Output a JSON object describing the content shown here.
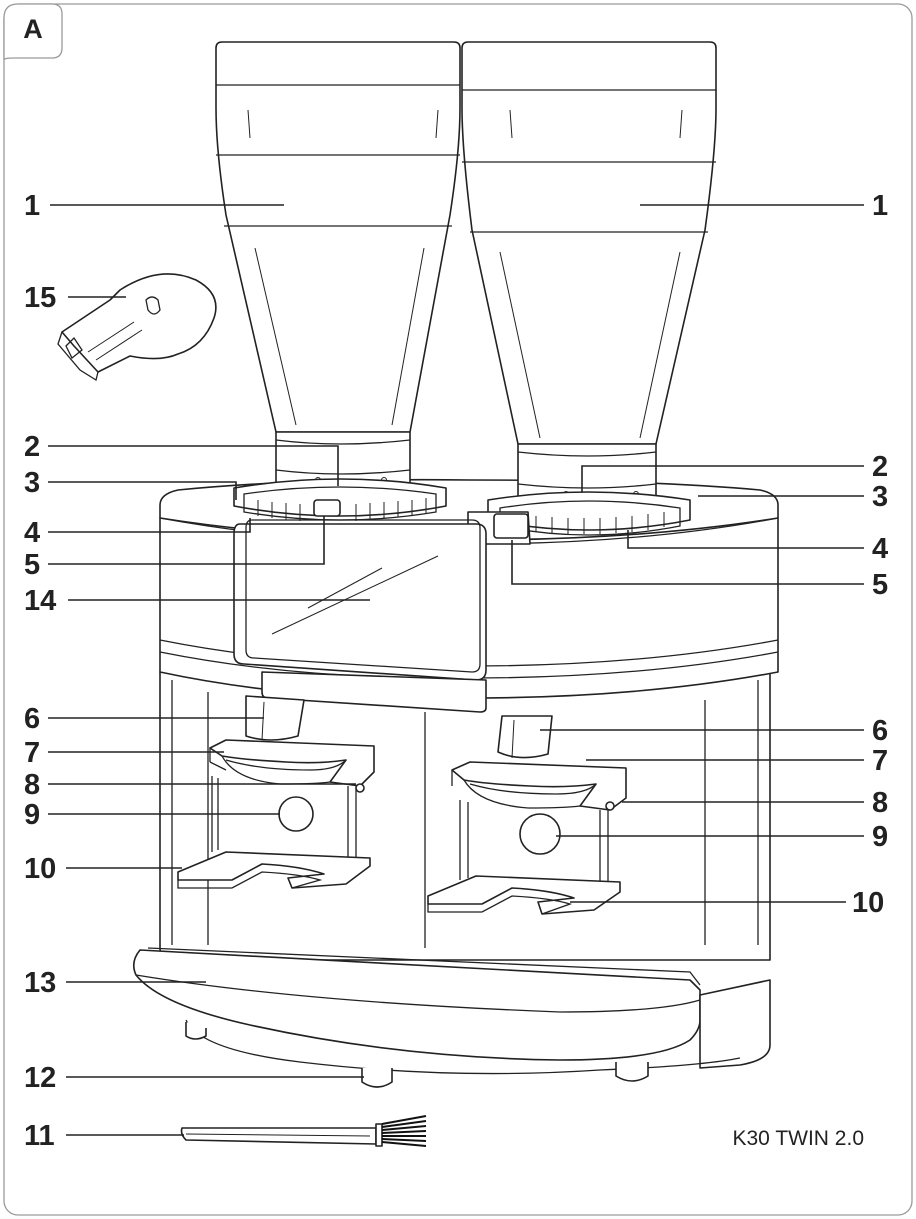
{
  "figure": {
    "letter": "A",
    "model": "K30 TWIN 2.0"
  },
  "callouts": {
    "c1l": "1",
    "c1r": "1",
    "c15": "15",
    "c2l": "2",
    "c2r": "2",
    "c3l": "3",
    "c3r": "3",
    "c4l": "4",
    "c4r": "4",
    "c5l": "5",
    "c5r": "5",
    "c14": "14",
    "c6l": "6",
    "c6r": "6",
    "c7l": "7",
    "c7r": "7",
    "c8l": "8",
    "c8r": "8",
    "c9l": "9",
    "c9r": "9",
    "c10l": "10",
    "c10r": "10",
    "c13": "13",
    "c12": "12",
    "c11": "11"
  }
}
